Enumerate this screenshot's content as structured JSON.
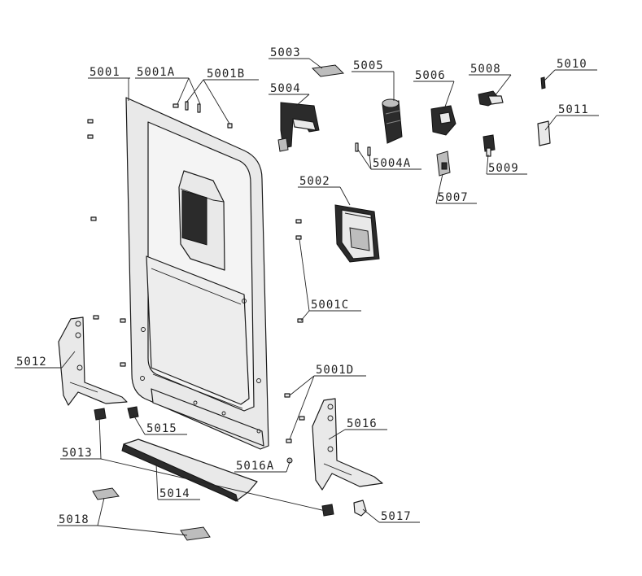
{
  "labels": {
    "l5001": "5001",
    "l5001A": "5001A",
    "l5001B": "5001B",
    "l5001C": "5001C",
    "l5001D": "5001D",
    "l5002": "5002",
    "l5003": "5003",
    "l5004": "5004",
    "l5004A": "5004A",
    "l5005": "5005",
    "l5006": "5006",
    "l5007": "5007",
    "l5008": "5008",
    "l5009": "5009",
    "l5010": "5010",
    "l5011": "5011",
    "l5012": "5012",
    "l5013": "5013",
    "l5014": "5014",
    "l5015": "5015",
    "l5016": "5016",
    "l5016A": "5016A",
    "l5017": "5017",
    "l5018": "5018"
  }
}
